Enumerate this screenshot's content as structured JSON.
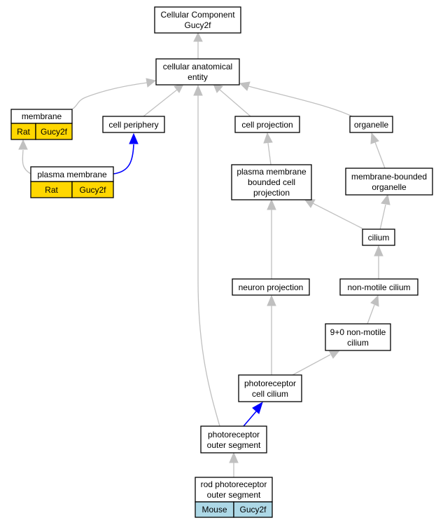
{
  "nodes": {
    "root": {
      "lines": [
        "Cellular Component",
        "Gucy2f"
      ]
    },
    "cellular_anatomical_entity": {
      "lines": [
        "cellular anatomical",
        "entity"
      ]
    },
    "membrane": {
      "lines": [
        "membrane"
      ],
      "annotation": {
        "organism": "Rat",
        "gene": "Gucy2f"
      }
    },
    "cell_periphery": {
      "lines": [
        "cell periphery"
      ]
    },
    "cell_projection": {
      "lines": [
        "cell projection"
      ]
    },
    "organelle": {
      "lines": [
        "organelle"
      ]
    },
    "plasma_membrane": {
      "lines": [
        "plasma membrane"
      ],
      "annotation": {
        "organism": "Rat",
        "gene": "Gucy2f"
      }
    },
    "plasma_membrane_bounded_cell_projection": {
      "lines": [
        "plasma membrane",
        "bounded cell",
        "projection"
      ]
    },
    "membrane_bounded_organelle": {
      "lines": [
        "membrane-bounded",
        "organelle"
      ]
    },
    "cilium": {
      "lines": [
        "cilium"
      ]
    },
    "neuron_projection": {
      "lines": [
        "neuron projection"
      ]
    },
    "non_motile_cilium": {
      "lines": [
        "non-motile cilium"
      ]
    },
    "nine_plus_zero_non_motile_cilium": {
      "lines": [
        "9+0 non-motile",
        "cilium"
      ]
    },
    "photoreceptor_cell_cilium": {
      "lines": [
        "photoreceptor",
        "cell cilium"
      ]
    },
    "photoreceptor_outer_segment": {
      "lines": [
        "photoreceptor",
        "outer segment"
      ]
    },
    "rod_photoreceptor_outer_segment": {
      "lines": [
        "rod photoreceptor",
        "outer segment"
      ],
      "annotation": {
        "organism": "Mouse",
        "gene": "Gucy2f"
      }
    }
  },
  "colors": {
    "rat_annotation": "#FFD700",
    "mouse_annotation": "#ADD8E6",
    "edge_is_a": "#C0C0C0",
    "edge_part_of": "#0000FF"
  }
}
